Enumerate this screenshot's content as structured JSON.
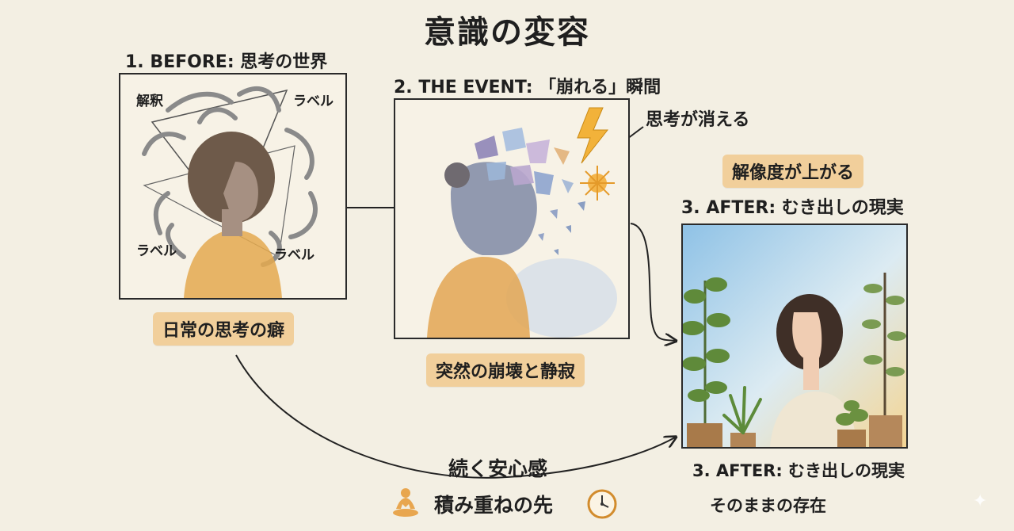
{
  "title": "意識の変容",
  "before": {
    "heading": "1. BEFORE: 思考の世界",
    "labels": [
      "解釈",
      "ラベル",
      "ラベル",
      "ラベル"
    ],
    "tag": "日常の思考の癖"
  },
  "event": {
    "heading": "2. THE EVENT: 「崩れる」瞬間",
    "callout": "思考が消える",
    "tag": "突然の崩壊と静寂"
  },
  "after": {
    "badge": "解像度が上がる",
    "heading": "3. AFTER: むき出しの現実",
    "caption_heading": "3. AFTER: むき出しの現実",
    "caption_sub": "そのままの存在"
  },
  "bottom": {
    "line1": "続く安心感",
    "line2": "積み重ねの先",
    "left_icon": "meditation-icon",
    "right_icon": "clock-icon"
  }
}
